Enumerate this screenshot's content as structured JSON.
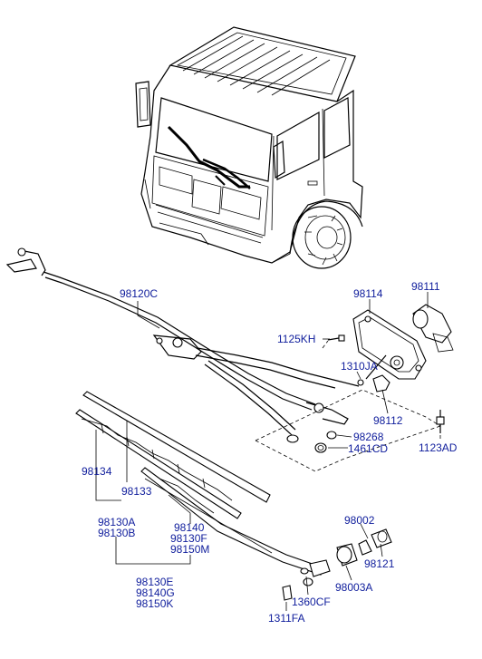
{
  "labels": {
    "l98120C": "98120C",
    "l98114": "98114",
    "l98111": "98111",
    "l1125KH": "1125KH",
    "l1310JA": "1310JA",
    "l98112": "98112",
    "l98268": "98268",
    "l1461CD": "1461CD",
    "l1123AD": "1123AD",
    "l98134": "98134",
    "l98133": "98133",
    "l98130A": "98130A",
    "l98130B": "98130B",
    "l98140": "98140",
    "l98130F": "98130F",
    "l98150M": "98150M",
    "l98002": "98002",
    "l98121": "98121",
    "l98003A": "98003A",
    "l98130E": "98130E",
    "l98140G": "98140G",
    "l98150K": "98150K",
    "l1360CF": "1360CF",
    "l1311FA": "1311FA"
  },
  "colors": {
    "label": "#0f1d9c",
    "line": "#000000",
    "background": "#ffffff"
  }
}
